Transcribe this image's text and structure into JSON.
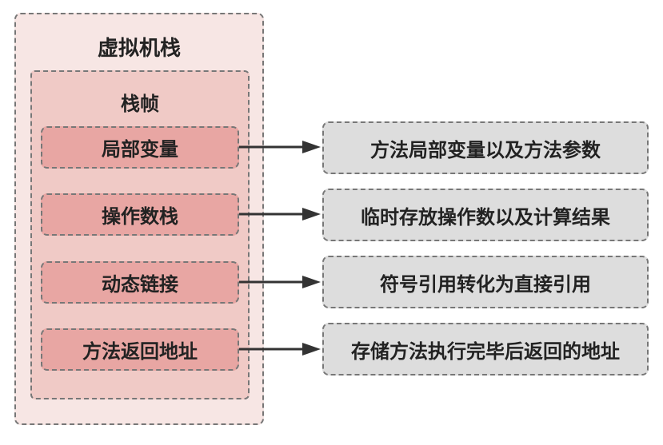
{
  "vm_stack": {
    "title": "虚拟机栈",
    "frame": {
      "title": "栈帧",
      "slots": [
        {
          "label": "局部变量",
          "description": "方法局部变量以及方法参数"
        },
        {
          "label": "操作数栈",
          "description": "临时存放操作数以及计算结果"
        },
        {
          "label": "动态链接",
          "description": "符号引用转化为直接引用"
        },
        {
          "label": "方法返回地址",
          "description": "存储方法执行完毕后返回的地址"
        }
      ]
    }
  },
  "colors": {
    "vm_stack_fill": "#f7e6e4",
    "frame_fill": "#f0cac6",
    "slot_fill": "#e8a6a3",
    "description_fill": "#dddddd",
    "arrow": "#333333"
  }
}
